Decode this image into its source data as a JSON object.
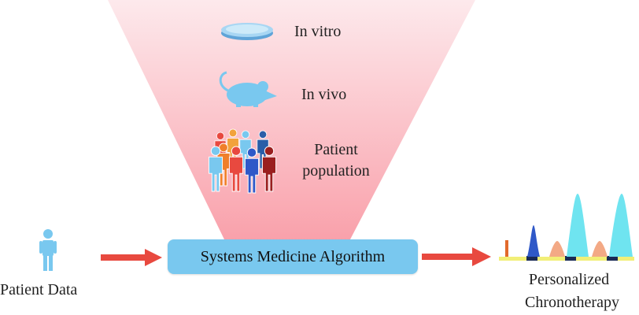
{
  "funnel": {
    "in_vitro_label": "In vitro",
    "in_vivo_label": "In vivo",
    "population_label_line1": "Patient",
    "population_label_line2": "population",
    "gradient_top": "#fde9ec",
    "gradient_bottom": "#f9a1ab"
  },
  "algorithm_box": {
    "label": "Systems Medicine Algorithm",
    "color": "#79c8ef"
  },
  "input": {
    "label": "Patient Data",
    "icon": "person-icon",
    "color": "#79c8ef"
  },
  "output": {
    "label_line1": "Personalized",
    "label_line2": "Chronotherapy",
    "icon": "dosing-schedule-icon"
  },
  "arrow_color": "#e8493f",
  "people_colors": [
    "#e8493f",
    "#f2a23c",
    "#79c8ef",
    "#2a5ea8",
    "#f07f2a",
    "#79c8ef",
    "#e8493f",
    "#2f58c8",
    "#9a1f1f"
  ]
}
